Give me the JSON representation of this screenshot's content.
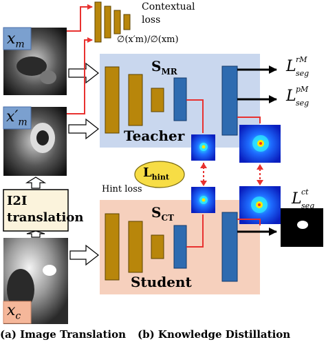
{
  "left": {
    "xm_label": "x",
    "xm_sub": "m",
    "xmp_label": "x′",
    "xmp_sub": "m",
    "xc_label": "x",
    "xc_sub": "c",
    "i2i_line1": "I2I",
    "i2i_line2": "translation",
    "caption": "(a) Image Translation"
  },
  "right": {
    "contextual_line1": "Contextual",
    "contextual_line2": "loss",
    "contextual_formula": "∅(x′m)/∅(xm)",
    "smr_label": "S",
    "smr_sub": "MR",
    "teacher_label": "Teacher",
    "lhint_label": "L",
    "lhint_sub": "hint",
    "hint_loss_label": "Hint loss",
    "sct_label": "S",
    "sct_sub": "CT",
    "student_label": "Student",
    "loss_rm_base": "L",
    "loss_rm_sup": "rM",
    "loss_rm_sub": "seg",
    "loss_pm_base": "L",
    "loss_pm_sup": "pM",
    "loss_pm_sub": "seg",
    "loss_ct_base": "L",
    "loss_ct_sup": "ct",
    "loss_ct_sub": "seg",
    "caption": "(b) Knowledge Distillation"
  },
  "colors": {
    "teacher_bg": "#c9d7ee",
    "student_bg": "#f6d0bd",
    "encoder_block": "#b8860b",
    "decoder_block": "#2e6bb0",
    "label_box": "#7ba0cf",
    "hint_ellipse": "#f7dd45",
    "i2i_box": "#fbf3dc",
    "red_line": "#e8312f"
  }
}
